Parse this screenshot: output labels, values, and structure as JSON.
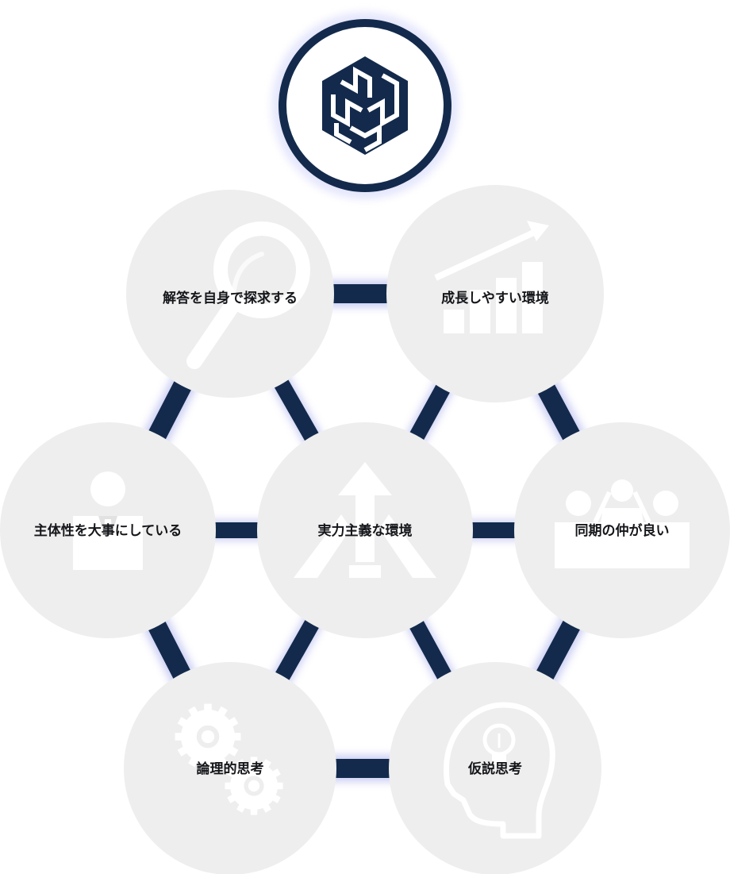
{
  "colors": {
    "accent": "#132a4c",
    "bubble": "#eeeeee",
    "icon": "#ffffff",
    "glow": "#c8cbf3",
    "text": "#15161a"
  },
  "logo": {
    "icon": "hexagon-cube-logo-icon"
  },
  "bubbles": [
    {
      "id": "top-left",
      "label": "解答を自身で探求する",
      "icon": "magnifier-icon"
    },
    {
      "id": "top-right",
      "label": "成長しやすい環境",
      "icon": "growth-chart-icon"
    },
    {
      "id": "left",
      "label": "主体性を大事にしている",
      "icon": "businessman-icon"
    },
    {
      "id": "center",
      "label": "実力主義な環境",
      "icon": "road-arrow-icon"
    },
    {
      "id": "right",
      "label": "同期の仲が良い",
      "icon": "colleagues-icon"
    },
    {
      "id": "bottom-left",
      "label": "論理的思考",
      "icon": "gears-icon"
    },
    {
      "id": "bottom-right",
      "label": "仮説思考",
      "icon": "head-lightbulb-icon"
    }
  ]
}
